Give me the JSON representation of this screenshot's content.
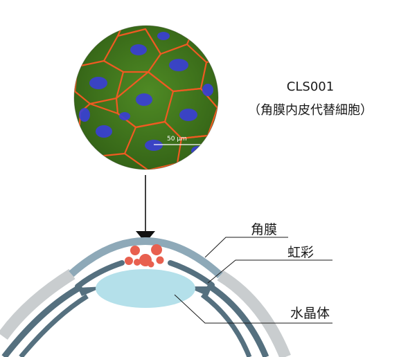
{
  "micrograph": {
    "scale_bar_text": "50 µm"
  },
  "cell_label": {
    "code": "CLS001",
    "name": "（角膜内皮代替細胞）"
  },
  "anatomy_labels": {
    "cornea": "角膜",
    "iris": "虹彩",
    "lens": "水晶体"
  },
  "colors": {
    "cornea": "#8ea9b8",
    "iris": "#55707f",
    "sclera": "#c9cdcf",
    "lens": "#b4e0ea",
    "cells": "#e8604f",
    "nuclei": "#3a3fd8",
    "membrane": "#f05a22",
    "cytoplasm": "#3f7a1c"
  }
}
